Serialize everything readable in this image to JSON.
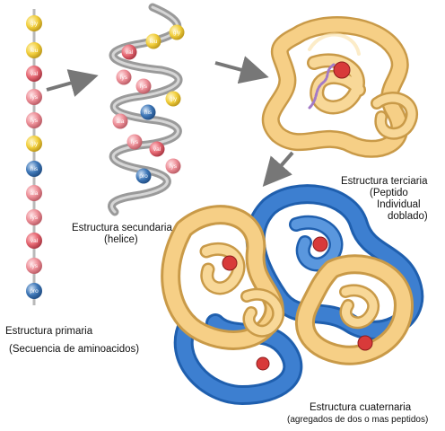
{
  "colors": {
    "yellow": "#f2cf3c",
    "red": "#e66772",
    "pink": "#ed8f98",
    "blue": "#3f78b8",
    "protein_tan": "#f6cf86",
    "protein_blue": "#3d7fd0",
    "backbone": "#9a9a9a"
  },
  "primary_chain": [
    {
      "label": "gly",
      "color": "yellow"
    },
    {
      "label": "leu",
      "color": "yellow"
    },
    {
      "label": "val",
      "color": "red"
    },
    {
      "label": "lys",
      "color": "pink"
    },
    {
      "label": "lys",
      "color": "pink"
    },
    {
      "label": "gly",
      "color": "yellow"
    },
    {
      "label": "his",
      "color": "blue"
    },
    {
      "label": "ala",
      "color": "pink"
    },
    {
      "label": "lys",
      "color": "pink"
    },
    {
      "label": "val",
      "color": "red"
    },
    {
      "label": "lys",
      "color": "pink"
    },
    {
      "label": "pro",
      "color": "blue"
    }
  ],
  "helix_chain": [
    {
      "label": "gly",
      "color": "yellow"
    },
    {
      "label": "leu",
      "color": "yellow"
    },
    {
      "label": "val",
      "color": "red"
    },
    {
      "label": "lys",
      "color": "pink"
    },
    {
      "label": "lys",
      "color": "pink"
    },
    {
      "label": "gly",
      "color": "yellow"
    },
    {
      "label": "his",
      "color": "blue"
    },
    {
      "label": "ala",
      "color": "pink"
    },
    {
      "label": "lys",
      "color": "pink"
    },
    {
      "label": "val",
      "color": "red"
    },
    {
      "label": "lys",
      "color": "pink"
    },
    {
      "label": "pro",
      "color": "blue"
    }
  ],
  "captions": {
    "primary_title": "Estructura primaria",
    "primary_sub": "(Secuencia de aminoacidos)",
    "secondary_title": "Estructura secundaria",
    "secondary_sub": "(helice)",
    "tertiary_title": "Estructura terciaria",
    "tertiary_sub1": "(Peptido",
    "tertiary_sub2": "Individual",
    "tertiary_sub3": "doblado)",
    "quaternary_title": "Estructura cuaternaria",
    "quaternary_sub": "(agregados de dos o mas peptidos)"
  }
}
